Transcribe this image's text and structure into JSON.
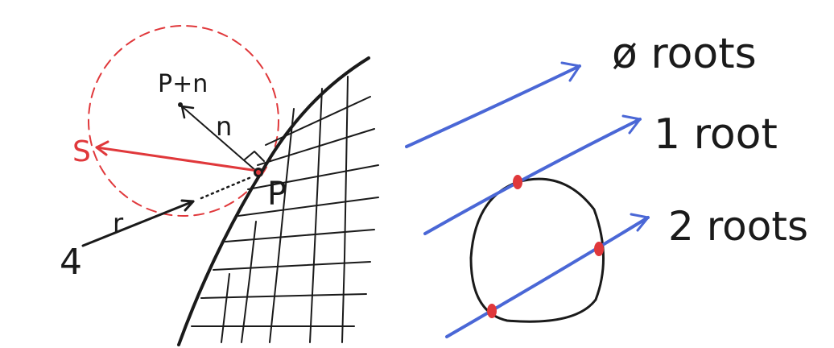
{
  "left_figure": {
    "labels": {
      "p_plus_n": "P+n",
      "n": "n",
      "s": "S",
      "p": "P",
      "r": "r",
      "eye": "4"
    }
  },
  "right_figure": {
    "labels": {
      "zero_roots": "ø roots",
      "one_root": "1 root",
      "two_roots": "2 roots"
    }
  },
  "colors": {
    "ink": "#1a1a1a",
    "red": "#e0383b",
    "blue": "#4a67d6"
  }
}
